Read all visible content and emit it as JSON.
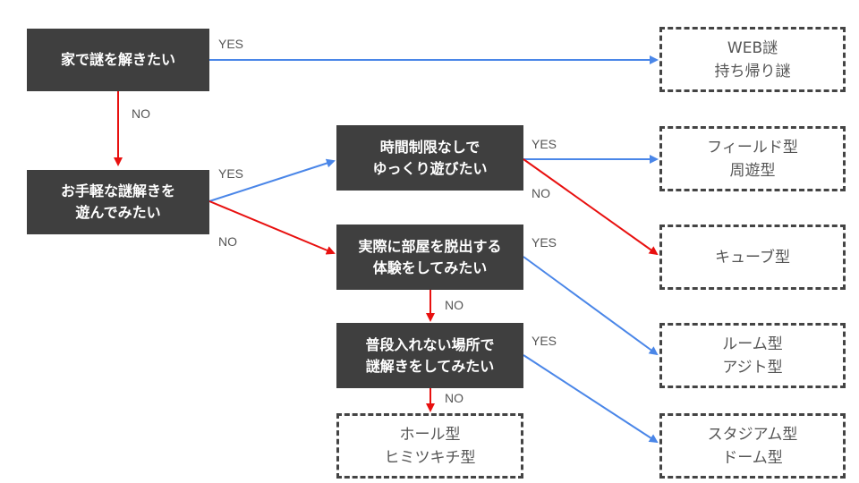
{
  "questions": {
    "q1": [
      "家で謎を解きたい"
    ],
    "q2": [
      "お手軽な謎解きを",
      "遊んでみたい"
    ],
    "q3": [
      "時間制限なしで",
      "ゆっくり遊びたい"
    ],
    "q4": [
      "実際に部屋を脱出する",
      "体験をしてみたい"
    ],
    "q5": [
      "普段入れない場所で",
      "謎解きをしてみたい"
    ]
  },
  "results": {
    "web": [
      "WEB謎",
      "持ち帰り謎"
    ],
    "field": [
      "フィールド型",
      "周遊型"
    ],
    "cube": [
      "キューブ型"
    ],
    "room": [
      "ルーム型",
      "アジト型"
    ],
    "hall": [
      "ホール型",
      "ヒミツキチ型"
    ],
    "stadium": [
      "スタジアム型",
      "ドーム型"
    ]
  },
  "labels": {
    "yes": "YES",
    "no": "NO"
  },
  "colors": {
    "yes": "#4a86e8",
    "no": "#e8100f",
    "question_bg": "#3f3f3f",
    "result_border": "#444444"
  }
}
